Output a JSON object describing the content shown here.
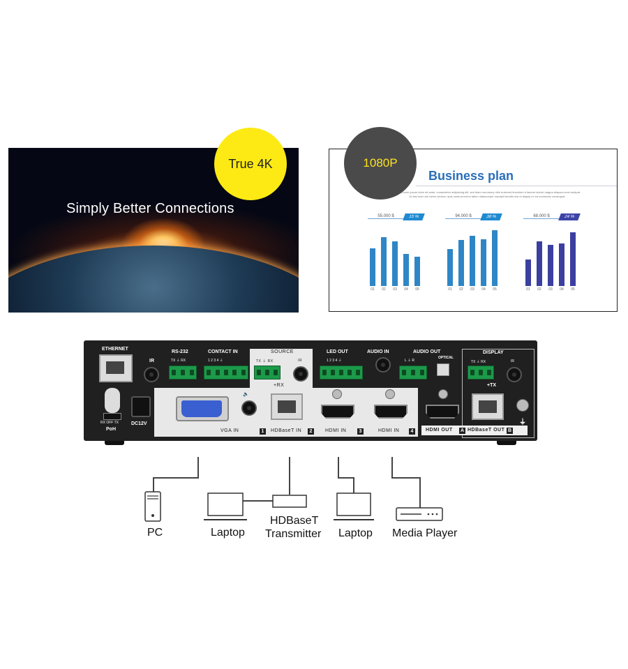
{
  "screens": {
    "left": {
      "badge": "True 4K",
      "tagline": "Simply Better Connections"
    },
    "right": {
      "badge": "1080P",
      "title": "Business plan",
      "body_lines": [
        "Lorem ipsum dolor sit amet, consectetur adipiscing elit, sed diam nonummy nibh euismod tincidunt ut laoreet dolore magna aliquam erat volutpat.",
        "Ut wisi enim ad minim veniam, quis nostrud exerci tation ullamcorper suscipit lobortis nisl ut aliquip ex ea commodo consequat."
      ]
    }
  },
  "chart_data": [
    {
      "type": "bar",
      "header_value": "55.000 $",
      "header_percent": "15 %",
      "categories": [
        "01",
        "02",
        "03",
        "04",
        "05"
      ],
      "values": [
        68,
        88,
        80,
        58,
        52
      ],
      "color": "#2f86c6",
      "accent": "#1f8ad1"
    },
    {
      "type": "bar",
      "header_value": "94.000 $",
      "header_percent": "38 %",
      "categories": [
        "01",
        "02",
        "03",
        "04",
        "05"
      ],
      "values": [
        66,
        82,
        90,
        84,
        100
      ],
      "color": "#2f86c6",
      "accent": "#1f8ad1"
    },
    {
      "type": "bar",
      "header_value": "68.000 $",
      "header_percent": "24 %",
      "categories": [
        "01",
        "02",
        "03",
        "04",
        "05"
      ],
      "values": [
        48,
        80,
        74,
        76,
        96
      ],
      "color": "#3b3fa0",
      "accent": "#3d44a8"
    }
  ],
  "device": {
    "labels": {
      "ethernet": "ETHERNET",
      "ir_left": "IR",
      "rs232": "RS-232",
      "rs232_pins": "TX ⏚ RX",
      "contact_in": "CONTACT IN",
      "contact_pins": "1  2  3  4  ⏚",
      "source": "SOURCE",
      "source_pins": "TX ⏚ RX",
      "source_ir": "IR",
      "rx": "+RX",
      "led_out": "LED OUT",
      "led_pins": "1  2  3  4  ⏚",
      "audio_in": "AUDIO IN",
      "audio_out": "AUDIO OUT",
      "audio_pins": "L  ⏚  R",
      "optical": "OPTICAL",
      "display": "DISPLAY",
      "display_pins": "TX ⏚ RX",
      "display_ir": "IR",
      "tx": "+TX",
      "poe_switch": "RX  OFF  TX",
      "poe": "PoH",
      "dc": "DC12V",
      "vga_in": "VGA IN",
      "hdbaset_in": "HDBaseT IN",
      "hdmi_in_3": "HDMI IN",
      "hdmi_in_4": "HDMI IN",
      "hdmi_out": "HDMI OUT",
      "hdbaset_out": "HDBaseT OUT"
    },
    "port_numbers": [
      "1",
      "2",
      "3",
      "4",
      "A",
      "B"
    ]
  },
  "sources": [
    {
      "label": "PC",
      "icon": "pc-tower-icon"
    },
    {
      "label": "Laptop",
      "icon": "laptop-icon"
    },
    {
      "label": "HDBaseT\nTransmitter",
      "line1": "HDBaseT",
      "line2": "Transmitter",
      "icon": "transmitter-box-icon"
    },
    {
      "label": "Laptop",
      "icon": "laptop-icon"
    },
    {
      "label": "Media Player",
      "icon": "media-player-icon"
    }
  ]
}
